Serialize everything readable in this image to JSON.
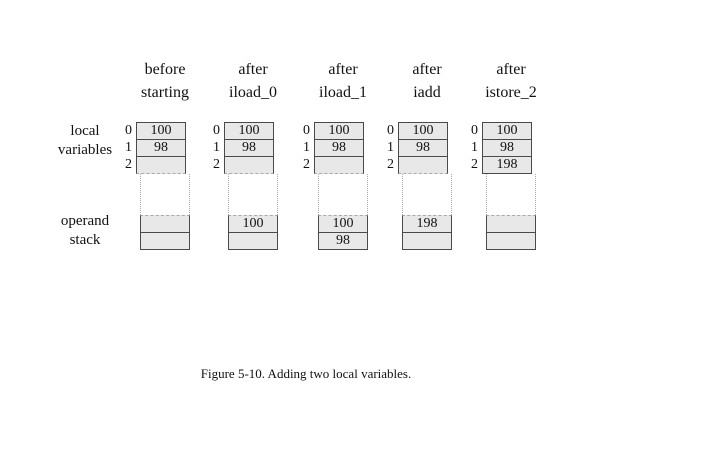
{
  "figure_caption": "Figure 5-10. Adding two local variables.",
  "row_labels": {
    "local_variables": [
      "local",
      "variables"
    ],
    "operand_stack": [
      "operand",
      "stack"
    ]
  },
  "columns": [
    {
      "header": [
        "before",
        "starting"
      ],
      "locals": {
        "indices": [
          "0",
          "1",
          "2"
        ],
        "values": [
          "100",
          "98",
          ""
        ]
      },
      "stack": [
        "",
        ""
      ]
    },
    {
      "header": [
        "after",
        "iload_0"
      ],
      "locals": {
        "indices": [
          "0",
          "1",
          "2"
        ],
        "values": [
          "100",
          "98",
          ""
        ]
      },
      "stack": [
        "100",
        ""
      ]
    },
    {
      "header": [
        "after",
        "iload_1"
      ],
      "locals": {
        "indices": [
          "0",
          "1",
          "2"
        ],
        "values": [
          "100",
          "98",
          ""
        ]
      },
      "stack": [
        "100",
        "98"
      ]
    },
    {
      "header": [
        "after",
        "iadd"
      ],
      "locals": {
        "indices": [
          "0",
          "1",
          "2"
        ],
        "values": [
          "100",
          "98",
          ""
        ]
      },
      "stack": [
        "198",
        ""
      ]
    },
    {
      "header": [
        "after",
        "istore_2"
      ],
      "locals": {
        "indices": [
          "0",
          "1",
          "2"
        ],
        "values": [
          "100",
          "98",
          "198"
        ]
      },
      "stack": [
        "",
        ""
      ]
    }
  ],
  "colors": {
    "cell_fill": "#e8e8e8",
    "border": "#4a4a4a",
    "dotted_line": "#aaaaaa",
    "text": "#111111",
    "background": "#ffffff"
  }
}
